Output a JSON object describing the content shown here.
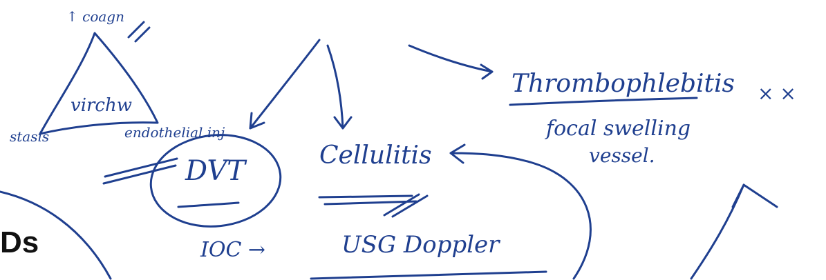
{
  "slide": {
    "heading_fragment": "Ds"
  },
  "ink": {
    "color": "#1f3f8f",
    "triangle": {
      "top_label": "↑ coagn",
      "center_label": "virchw",
      "left_label": "stasis",
      "right_label": "endothelial inj"
    },
    "center_term": "DVT",
    "cellulitis": "Cellulitis",
    "thrombophlebitis": "Thrombophlebitis",
    "thrombo_mark": "× ×",
    "focal_line1": "focal swelling",
    "focal_line2": "vessel.",
    "investigation_prefix": "IOC →",
    "investigation": "USG Doppler"
  }
}
